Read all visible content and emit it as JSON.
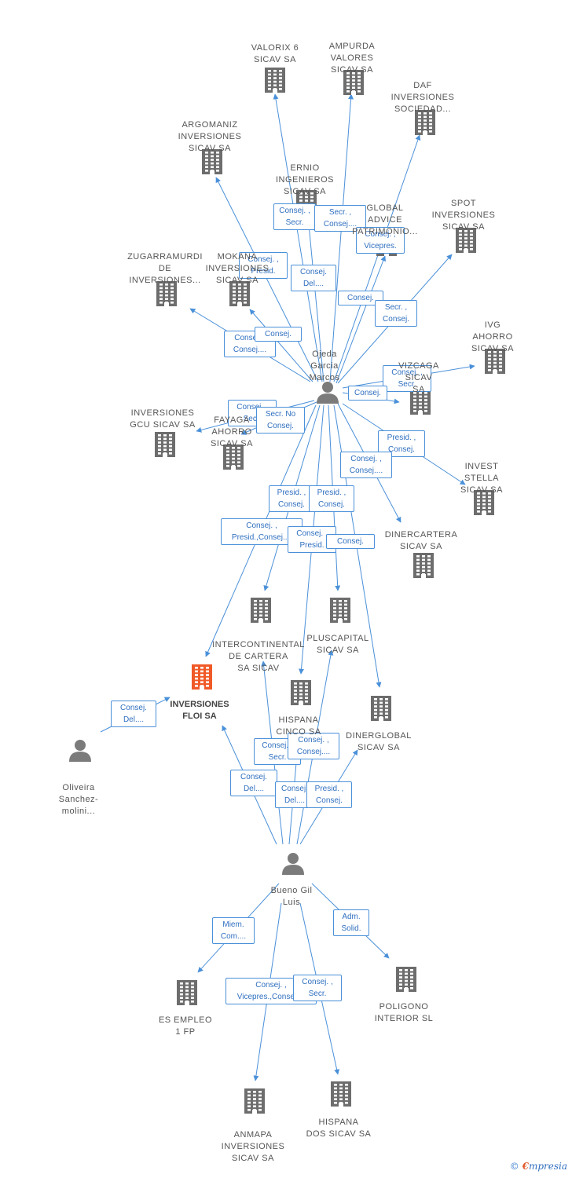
{
  "colors": {
    "edge": "#4a90d9",
    "company": "#6d6d6d",
    "focus": "#f05a28",
    "person": "#7b7b7b"
  },
  "nodes": [
    {
      "id": "valorix",
      "type": "company",
      "label": "VALORIX 6\nSICAV SA"
    },
    {
      "id": "ampurda",
      "type": "company",
      "label": "AMPURDA\nVALORES\nSICAV SA"
    },
    {
      "id": "daf",
      "type": "company",
      "label": "DAF\nINVERSIONES\nSOCIEDAD..."
    },
    {
      "id": "argomaniz",
      "type": "company",
      "label": "ARGOMANIZ\nINVERSIONES\nSICAV SA"
    },
    {
      "id": "ernio",
      "type": "company",
      "label": "ERNIO\nINGENIEROS\nSICAV SA"
    },
    {
      "id": "global",
      "type": "company",
      "label": "GLOBAL\nADVICE\nPATRIMONIO..."
    },
    {
      "id": "spot",
      "type": "company",
      "label": "SPOT\nINVERSIONES\nSICAV SA"
    },
    {
      "id": "zugarramurdi",
      "type": "company",
      "label": "ZUGARRAMURDI\nDE\nINVERSIONES..."
    },
    {
      "id": "mokana",
      "type": "company",
      "label": "MOKANA\nINVERSIONES\nSICAV SA"
    },
    {
      "id": "ivg",
      "type": "company",
      "label": "IVG\nAHORRO\nSICAV SA"
    },
    {
      "id": "vizcaga",
      "type": "company",
      "label": "VIZCAGA\nSICAV\nSA"
    },
    {
      "id": "inversionesgcu",
      "type": "company",
      "label": "INVERSIONES\nGCU SICAV SA"
    },
    {
      "id": "fayaga",
      "type": "company",
      "label": "FAYAGA\nAHORRO\nSICAV SA"
    },
    {
      "id": "investstella",
      "type": "company",
      "label": "INVEST\nSTELLA\nSICAV SA"
    },
    {
      "id": "dinercartera",
      "type": "company",
      "label": "DINERCARTERA\nSICAV SA"
    },
    {
      "id": "intercontinental",
      "type": "company",
      "label": "INTERCONTINENTAL\nDE CARTERA\nSA SICAV"
    },
    {
      "id": "pluscapital",
      "type": "company",
      "label": "PLUSCAPITAL\nSICAV SA"
    },
    {
      "id": "floi",
      "type": "focus",
      "label": "INVERSIONES\nFLOI SA"
    },
    {
      "id": "hispanacinco",
      "type": "company",
      "label": "HISPANA\nCINCO SA"
    },
    {
      "id": "dinerglobal",
      "type": "company",
      "label": "DINERGLOBAL\nSICAV SA"
    },
    {
      "id": "ojeda",
      "type": "person",
      "label": "Ojeda\nGarcia\nMarcos"
    },
    {
      "id": "oliveira",
      "type": "person",
      "label": "Oliveira\nSanchez-\nmolini..."
    },
    {
      "id": "bueno",
      "type": "person",
      "label": "Bueno Gil\nLuis"
    },
    {
      "id": "esempleo",
      "type": "company",
      "label": "ES EMPLEO\n1 FP"
    },
    {
      "id": "poligono",
      "type": "company",
      "label": "POLIGONO\nINTERIOR SL"
    },
    {
      "id": "anmapa",
      "type": "company",
      "label": "ANMAPA\nINVERSIONES\nSICAV SA"
    },
    {
      "id": "hispanados",
      "type": "company",
      "label": "HISPANA\nDOS SICAV SA"
    }
  ],
  "edges": [
    {
      "from": "ojeda",
      "to": "valorix",
      "label": "Consej. ,\nSecr."
    },
    {
      "from": "ojeda",
      "to": "ampurda",
      "label": "Secr. ,\nConsej...."
    },
    {
      "from": "ojeda",
      "to": "daf",
      "label": "Consej. ,\nVicepres."
    },
    {
      "from": "ojeda",
      "to": "argomaniz",
      "label": "Consej. ,\nPresid."
    },
    {
      "from": "ojeda",
      "to": "ernio",
      "label": "Consej.\nDel...."
    },
    {
      "from": "ojeda",
      "to": "global",
      "label": "Consej."
    },
    {
      "from": "ojeda",
      "to": "spot",
      "label": "Secr. ,\nConsej."
    },
    {
      "from": "ojeda",
      "to": "zugarramurdi",
      "label": "Consej. ,\nConsej...."
    },
    {
      "from": "ojeda",
      "to": "mokana",
      "label": "Consej."
    },
    {
      "from": "ojeda",
      "to": "ivg",
      "label": "Consej. ,\nSecr."
    },
    {
      "from": "ojeda",
      "to": "vizcaga",
      "label": "Consej."
    },
    {
      "from": "ojeda",
      "to": "inversionesgcu",
      "label": "Consej. ,\nSecr."
    },
    {
      "from": "ojeda",
      "to": "fayaga",
      "label": "Secr. No\nConsej."
    },
    {
      "from": "ojeda",
      "to": "investstella",
      "label": "Presid. ,\nConsej."
    },
    {
      "from": "ojeda",
      "to": "dinercartera",
      "label": "Consej. ,\nConsej...."
    },
    {
      "from": "ojeda",
      "to": "intercontinental",
      "label": "Presid. ,\nConsej."
    },
    {
      "from": "ojeda",
      "to": "pluscapital",
      "label": "Presid. ,\nConsej."
    },
    {
      "from": "ojeda",
      "to": "floi",
      "label": "Consej. ,\nPresid.,Consej...."
    },
    {
      "from": "ojeda",
      "to": "hispanacinco",
      "label": "Consej. ,\nPresid."
    },
    {
      "from": "ojeda",
      "to": "dinerglobal",
      "label": "Consej."
    },
    {
      "from": "oliveira",
      "to": "floi",
      "label": "Consej.\nDel...."
    },
    {
      "from": "bueno",
      "to": "intercontinental",
      "label": "Consej. ,\nSecr."
    },
    {
      "from": "bueno",
      "to": "pluscapital",
      "label": "Consej. ,\nConsej...."
    },
    {
      "from": "bueno",
      "to": "floi",
      "label": "Consej.\nDel...."
    },
    {
      "from": "bueno",
      "to": "hispanacinco",
      "label": "Consej.\nDel...."
    },
    {
      "from": "bueno",
      "to": "dinerglobal",
      "label": "Presid. ,\nConsej."
    },
    {
      "from": "bueno",
      "to": "esempleo",
      "label": "Miem.\nCom...."
    },
    {
      "from": "bueno",
      "to": "poligono",
      "label": "Adm.\nSolid."
    },
    {
      "from": "bueno",
      "to": "anmapa",
      "label": "Consej. ,\nVicepres.,Consej...."
    },
    {
      "from": "bueno",
      "to": "hispanados",
      "label": "Consej. ,\nSecr."
    }
  ],
  "watermark": {
    "copyright": "©",
    "brand_initial": "€",
    "brand_rest": "mpresia"
  }
}
